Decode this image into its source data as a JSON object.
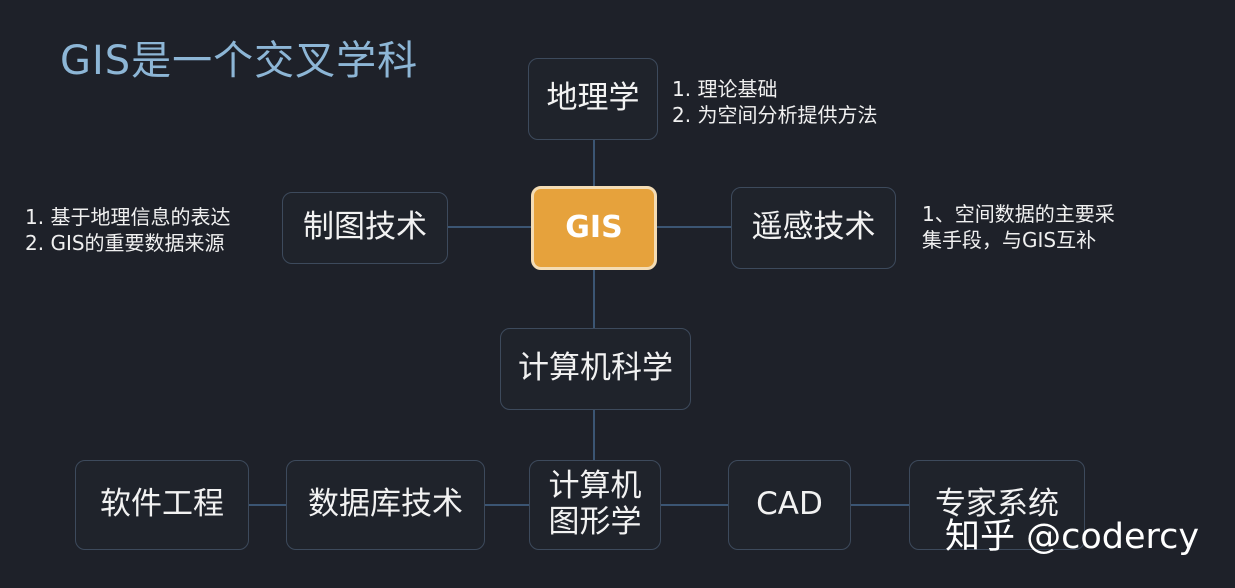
{
  "title": "GIS是一个交叉学科",
  "nodes": {
    "gis": "GIS",
    "geography": "地理学",
    "cartography": "制图技术",
    "remote_sensing": "遥感技术",
    "computer_science": "计算机科学",
    "software_engineering": "软件工程",
    "database": "数据库技术",
    "graphics_line1": "计算机",
    "graphics_line2": "图形学",
    "cad": "CAD",
    "expert_system": "专家系统"
  },
  "notes": {
    "geography": [
      "1.  理论基础",
      "2.  为空间分析提供方法"
    ],
    "cartography": [
      "1.   基于地理信息的表达",
      "2.   GIS的重要数据来源"
    ],
    "remote_sensing": [
      "1、空间数据的主要采",
      "集手段，与GIS互补"
    ]
  },
  "watermark": "知乎 @codercy",
  "colors": {
    "background": "#1e2129",
    "gis_fill": "#e6a23c",
    "connector": "#3b5573",
    "title": "#8db6d6"
  }
}
